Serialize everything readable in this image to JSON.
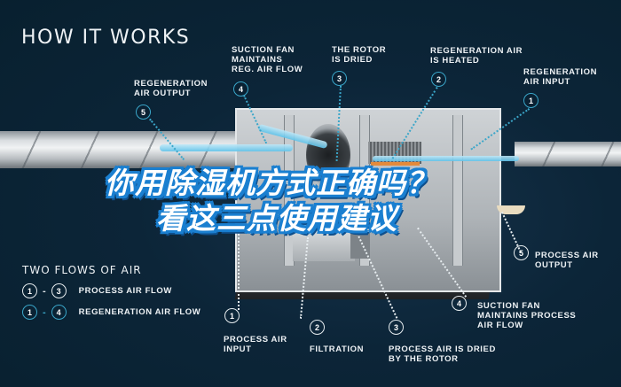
{
  "heading": "HOW IT WORKS",
  "colors": {
    "background": "#0b2335",
    "accent_regeneration": "#3aa6c9",
    "accent_process": "#e6ecef",
    "title_outline": "#1a7fd0",
    "airflow": "#5ec3ea",
    "heater": "#e48a3a"
  },
  "overlay_title": {
    "line1": "你用除湿机方式正确吗？",
    "line2": "看这三点使用建议"
  },
  "regeneration_callouts": [
    {
      "number": "5",
      "label_lines": [
        "REGENERATION",
        "AIR OUTPUT"
      ]
    },
    {
      "number": "4",
      "label_lines": [
        "SUCTION FAN",
        "MAINTAINS",
        "REG. AIR FLOW"
      ]
    },
    {
      "number": "3",
      "label_lines": [
        "THE ROTOR",
        "IS DRIED"
      ]
    },
    {
      "number": "2",
      "label_lines": [
        "REGENERATION AIR",
        "IS HEATED"
      ]
    },
    {
      "number": "1",
      "label_lines": [
        "REGENERATION",
        "AIR INPUT"
      ]
    }
  ],
  "process_callouts": [
    {
      "number": "1",
      "label_lines": [
        "PROCESS AIR",
        "INPUT"
      ]
    },
    {
      "number": "2",
      "label_lines": [
        "FILTRATION"
      ]
    },
    {
      "number": "3",
      "label_lines": [
        "PROCESS AIR IS DRIED",
        "BY THE ROTOR"
      ]
    },
    {
      "number": "4",
      "label_lines": [
        "SUCTION FAN",
        "MAINTAINS PROCESS",
        "AIR FLOW"
      ]
    },
    {
      "number": "5",
      "label_lines": [
        "PROCESS AIR",
        "OUTPUT"
      ]
    }
  ],
  "legend": {
    "title": "TWO FLOWS OF AIR",
    "items": [
      {
        "from": "1",
        "to": "3",
        "separator": "-",
        "label": "PROCESS AIR FLOW",
        "style": "white"
      },
      {
        "from": "1",
        "to": "4",
        "separator": "-",
        "label": "REGENERATION AIR FLOW",
        "style": "blue"
      }
    ]
  }
}
